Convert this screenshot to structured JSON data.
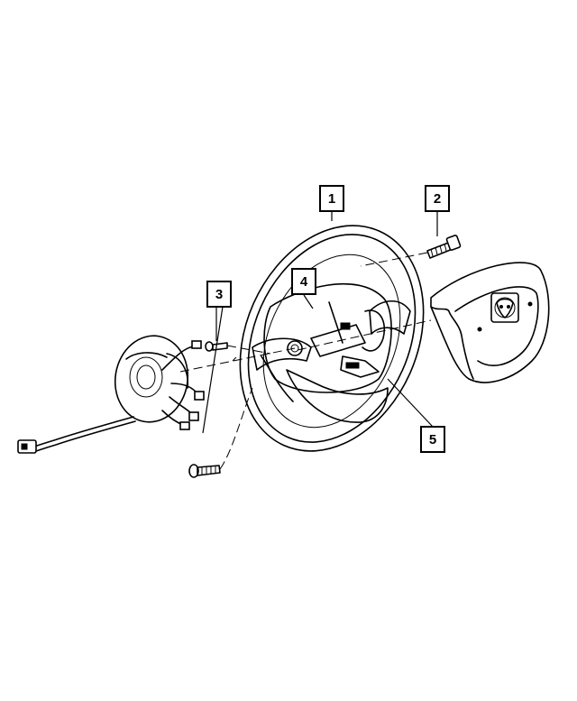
{
  "callouts": [
    {
      "id": "1",
      "label": "1"
    },
    {
      "id": "2",
      "label": "2"
    },
    {
      "id": "3",
      "label": "3"
    },
    {
      "id": "4",
      "label": "4"
    },
    {
      "id": "5",
      "label": "5"
    }
  ],
  "colors": {
    "line": "#000000",
    "background": "#ffffff"
  },
  "icons": {
    "logo": "ram-head-logo"
  }
}
